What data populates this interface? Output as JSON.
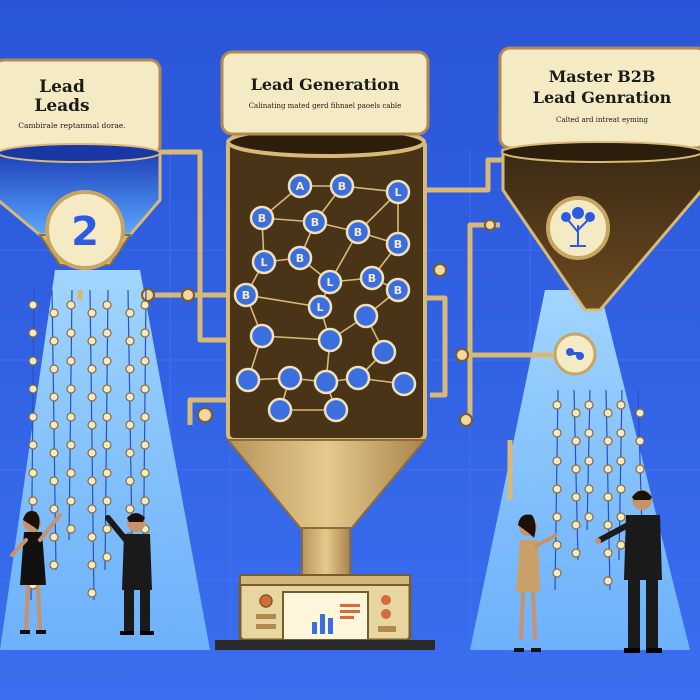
{
  "panels": {
    "left": {
      "title_line1": "Lead",
      "title_line2": "Leads",
      "subtitle": "Cambirale reptanmal dorae.",
      "badge": "2"
    },
    "center": {
      "title": "Lead Generation",
      "subtitle": "Calinating mated gerd fihnael paoels cable"
    },
    "right": {
      "title_line1": "Master B2B",
      "title_line2": "Lead Genration",
      "subtitle": "Calted ard intreat eyming"
    }
  },
  "funnel_nodes": [
    "A",
    "B",
    "B",
    "L",
    "B",
    "B",
    "L",
    "B",
    "B",
    "L",
    "B",
    "B",
    "L",
    "B"
  ],
  "colors": {
    "background": "#2f5fe0",
    "panel": "#f4ebc4",
    "funnel_dark": "#4a3418",
    "pipe": "#d9b978",
    "node": "#3b6fe0",
    "beam": "#7ec8ff"
  },
  "icons": {
    "right_badge": "tree-icon",
    "right_small_badge": "link-icon",
    "machine_chart": "bar-chart-icon"
  }
}
